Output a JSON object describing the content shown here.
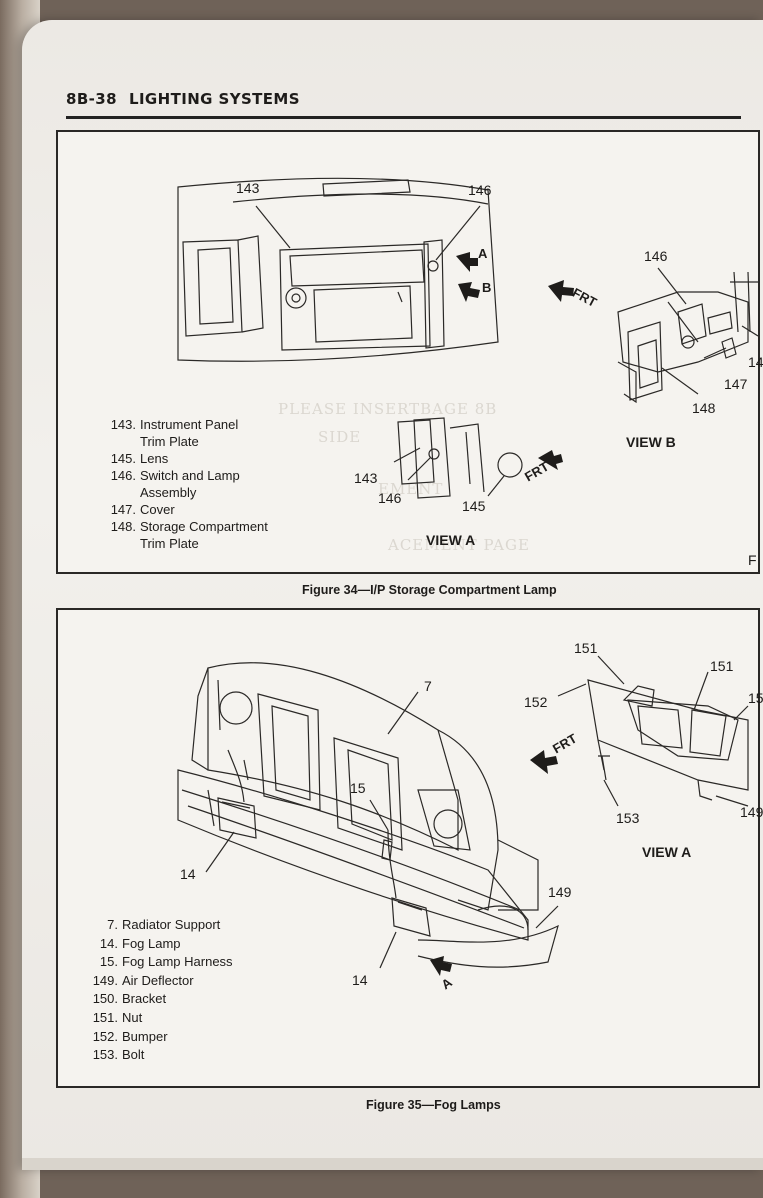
{
  "header": {
    "section": "8B-38",
    "title": "LIGHTING SYSTEMS"
  },
  "figure34": {
    "caption": "Figure 34—I/P Storage Compartment Lamp",
    "callouts": {
      "c143_top": "143",
      "c146_top": "146",
      "c146_viewb": "146",
      "c14_cut": "14",
      "c147": "147",
      "c148": "148",
      "c143_viewa": "143",
      "c146_viewa": "146",
      "c145": "145"
    },
    "arrows": {
      "a": "A",
      "b": "B",
      "frt1": "FRT",
      "frt2": "FRT"
    },
    "views": {
      "view_a": "VIEW A",
      "view_b": "VIEW B"
    },
    "edge_letter": "F",
    "legend": [
      {
        "num": "143.",
        "text": "Instrument Panel\nTrim Plate"
      },
      {
        "num": "145.",
        "text": "Lens"
      },
      {
        "num": "146.",
        "text": "Switch and Lamp\nAssembly"
      },
      {
        "num": "147.",
        "text": "Cover"
      },
      {
        "num": "148.",
        "text": "Storage Compartment\nTrim Plate"
      }
    ]
  },
  "figure35": {
    "caption": "Figure 35—Fog Lamps",
    "callouts": {
      "c151_a": "151",
      "c151_b": "151",
      "c15_cut": "15",
      "c152": "152",
      "c7": "7",
      "c15": "15",
      "c153": "153",
      "c149_cut": "149",
      "c14_left": "14",
      "c149": "149",
      "c14_bottom": "14"
    },
    "arrows": {
      "frt": "FRT",
      "a": "A"
    },
    "views": {
      "view_a": "VIEW A"
    },
    "legend": [
      {
        "num": "7.",
        "text": "Radiator Support"
      },
      {
        "num": "14.",
        "text": "Fog Lamp"
      },
      {
        "num": "15.",
        "text": "Fog Lamp Harness"
      },
      {
        "num": "149.",
        "text": "Air Deflector"
      },
      {
        "num": "150.",
        "text": "Bracket"
      },
      {
        "num": "151.",
        "text": "Nut"
      },
      {
        "num": "152.",
        "text": "Bumper"
      },
      {
        "num": "153.",
        "text": "Bolt"
      }
    ]
  },
  "colors": {
    "ink": "#1e1c1a",
    "paper": "#f2f0ec",
    "background": "#6f6258"
  }
}
